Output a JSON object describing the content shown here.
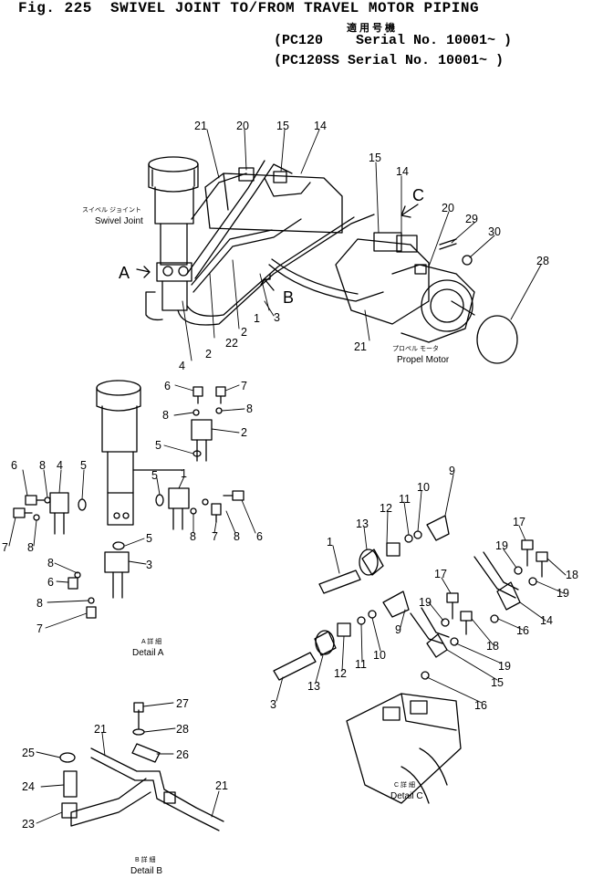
{
  "header": {
    "figure_title": "Fig. 225  SWIVEL JOINT TO/FROM TRAVEL MOTOR PIPING",
    "applies_to_jp": "適用号機",
    "serial_line_1": "(PC120    Serial No. 10001~ )",
    "serial_line_2": "(PC120SS Serial No. 10001~ )"
  },
  "captions": {
    "swivel_joint_jp": "スイベル ジョイント",
    "swivel_joint": "Swivel Joint",
    "propel_motor_jp": "プロペル モータ",
    "propel_motor": "Propel Motor",
    "detail_a_jp": "A 詳 細",
    "detail_a": "Detail A",
    "detail_b_jp": "B 詳 細",
    "detail_b": "Detail B",
    "detail_c_jp": "C 詳 細",
    "detail_c": "Detail C"
  },
  "view_letters": {
    "a": "A",
    "b": "B",
    "c": "C"
  },
  "main_view_labels": [
    "21",
    "20",
    "15",
    "14",
    "15",
    "14",
    "20",
    "29",
    "30",
    "28",
    "1",
    "2",
    "22",
    "3",
    "4",
    "2",
    "21"
  ],
  "detail_a_labels": [
    "6",
    "7",
    "8",
    "8",
    "2",
    "5",
    "1",
    "5",
    "6",
    "8",
    "4",
    "5",
    "5",
    "8",
    "7",
    "8",
    "6",
    "7",
    "8",
    "3",
    "8",
    "6",
    "8",
    "7"
  ],
  "detail_b_labels": [
    "27",
    "28",
    "21",
    "26",
    "25",
    "24",
    "21",
    "23"
  ],
  "detail_c_labels": [
    "9",
    "10",
    "11",
    "12",
    "13",
    "1",
    "17",
    "19",
    "18",
    "19",
    "16",
    "14",
    "17",
    "19",
    "18",
    "9",
    "10",
    "11",
    "12",
    "13",
    "3",
    "15",
    "19",
    "16"
  ]
}
